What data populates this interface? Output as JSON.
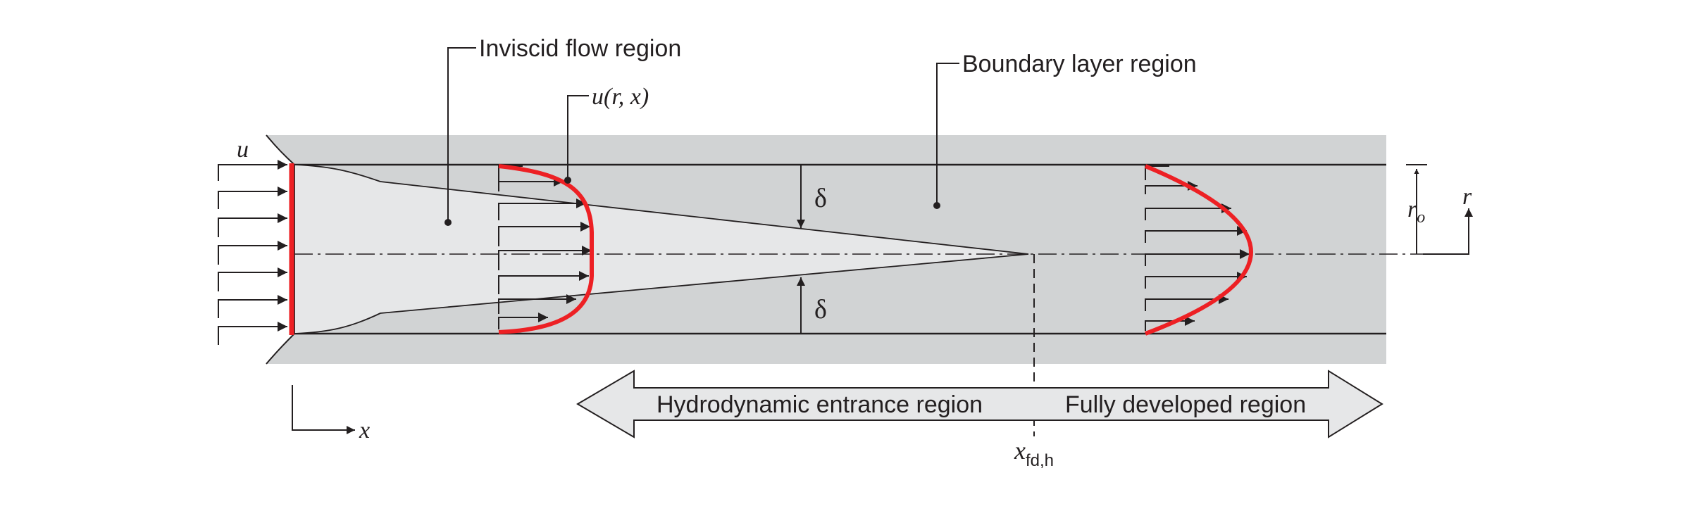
{
  "figure": {
    "labels": {
      "inviscid": "Inviscid flow region",
      "boundary": "Boundary layer region",
      "velocity_fn": "u(r, x)",
      "u_inlet": "u",
      "delta_top": "δ",
      "delta_bottom": "δ",
      "r_o_main": "r",
      "r_o_sub": "o",
      "r_axis": "r",
      "x_axis": "x",
      "x_fd_main": "x",
      "x_fd_sub": "fd,h",
      "entrance_region": "Hydrodynamic entrance region",
      "developed_region": "Fully developed region"
    },
    "colors": {
      "tube_wall": "#d1d3d4",
      "core": "#e6e7e8",
      "line": "#231f20",
      "profile": "#ed2024",
      "arrow_fill": "#e6e7e8"
    }
  }
}
